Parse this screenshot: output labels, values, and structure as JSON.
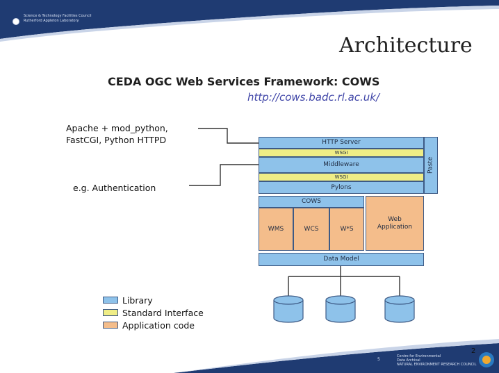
{
  "slide": {
    "title": "Architecture",
    "subtitle": "CEDA OGC Web Services Framework: COWS",
    "url": "http://cows.badc.rl.ac.uk/",
    "header_text": [
      "Science & Technology Facilities Council",
      "Rutherford Appleton Laboratory"
    ],
    "footer_text": [
      "Centre for Environmental",
      "Data Archival",
      "NATURAL ENVIRONMENT RESEARCH COUNCIL"
    ],
    "footer_number": "5",
    "page_number": "2"
  },
  "annotations": {
    "server_note_line1": "Apache + mod_python,",
    "server_note_line2": "FastCGI, Python HTTPD",
    "auth_note": "e.g. Authentication"
  },
  "diagram": {
    "http_server": "HTTP Server",
    "wsgi_top": "WSGI",
    "middleware": "Middleware",
    "wsgi_bottom": "WSGI",
    "pylons": "Pylons",
    "paste": "Paste",
    "cows": "COWS",
    "wms": "WMS",
    "wcs": "WCS",
    "wxs": "W*S",
    "web_application": "Web Application",
    "data_model": "Data Model"
  },
  "legend": [
    {
      "label": "Library",
      "color": "#8ec2ea"
    },
    {
      "label": "Standard Interface",
      "color": "#efed86"
    },
    {
      "label": "Application code",
      "color": "#f4bd8b"
    }
  ],
  "colors": {
    "header": "#1f3b72",
    "library": "#8ec2ea",
    "interface": "#efed86",
    "application": "#f4bd8b",
    "url": "#4046a8"
  }
}
